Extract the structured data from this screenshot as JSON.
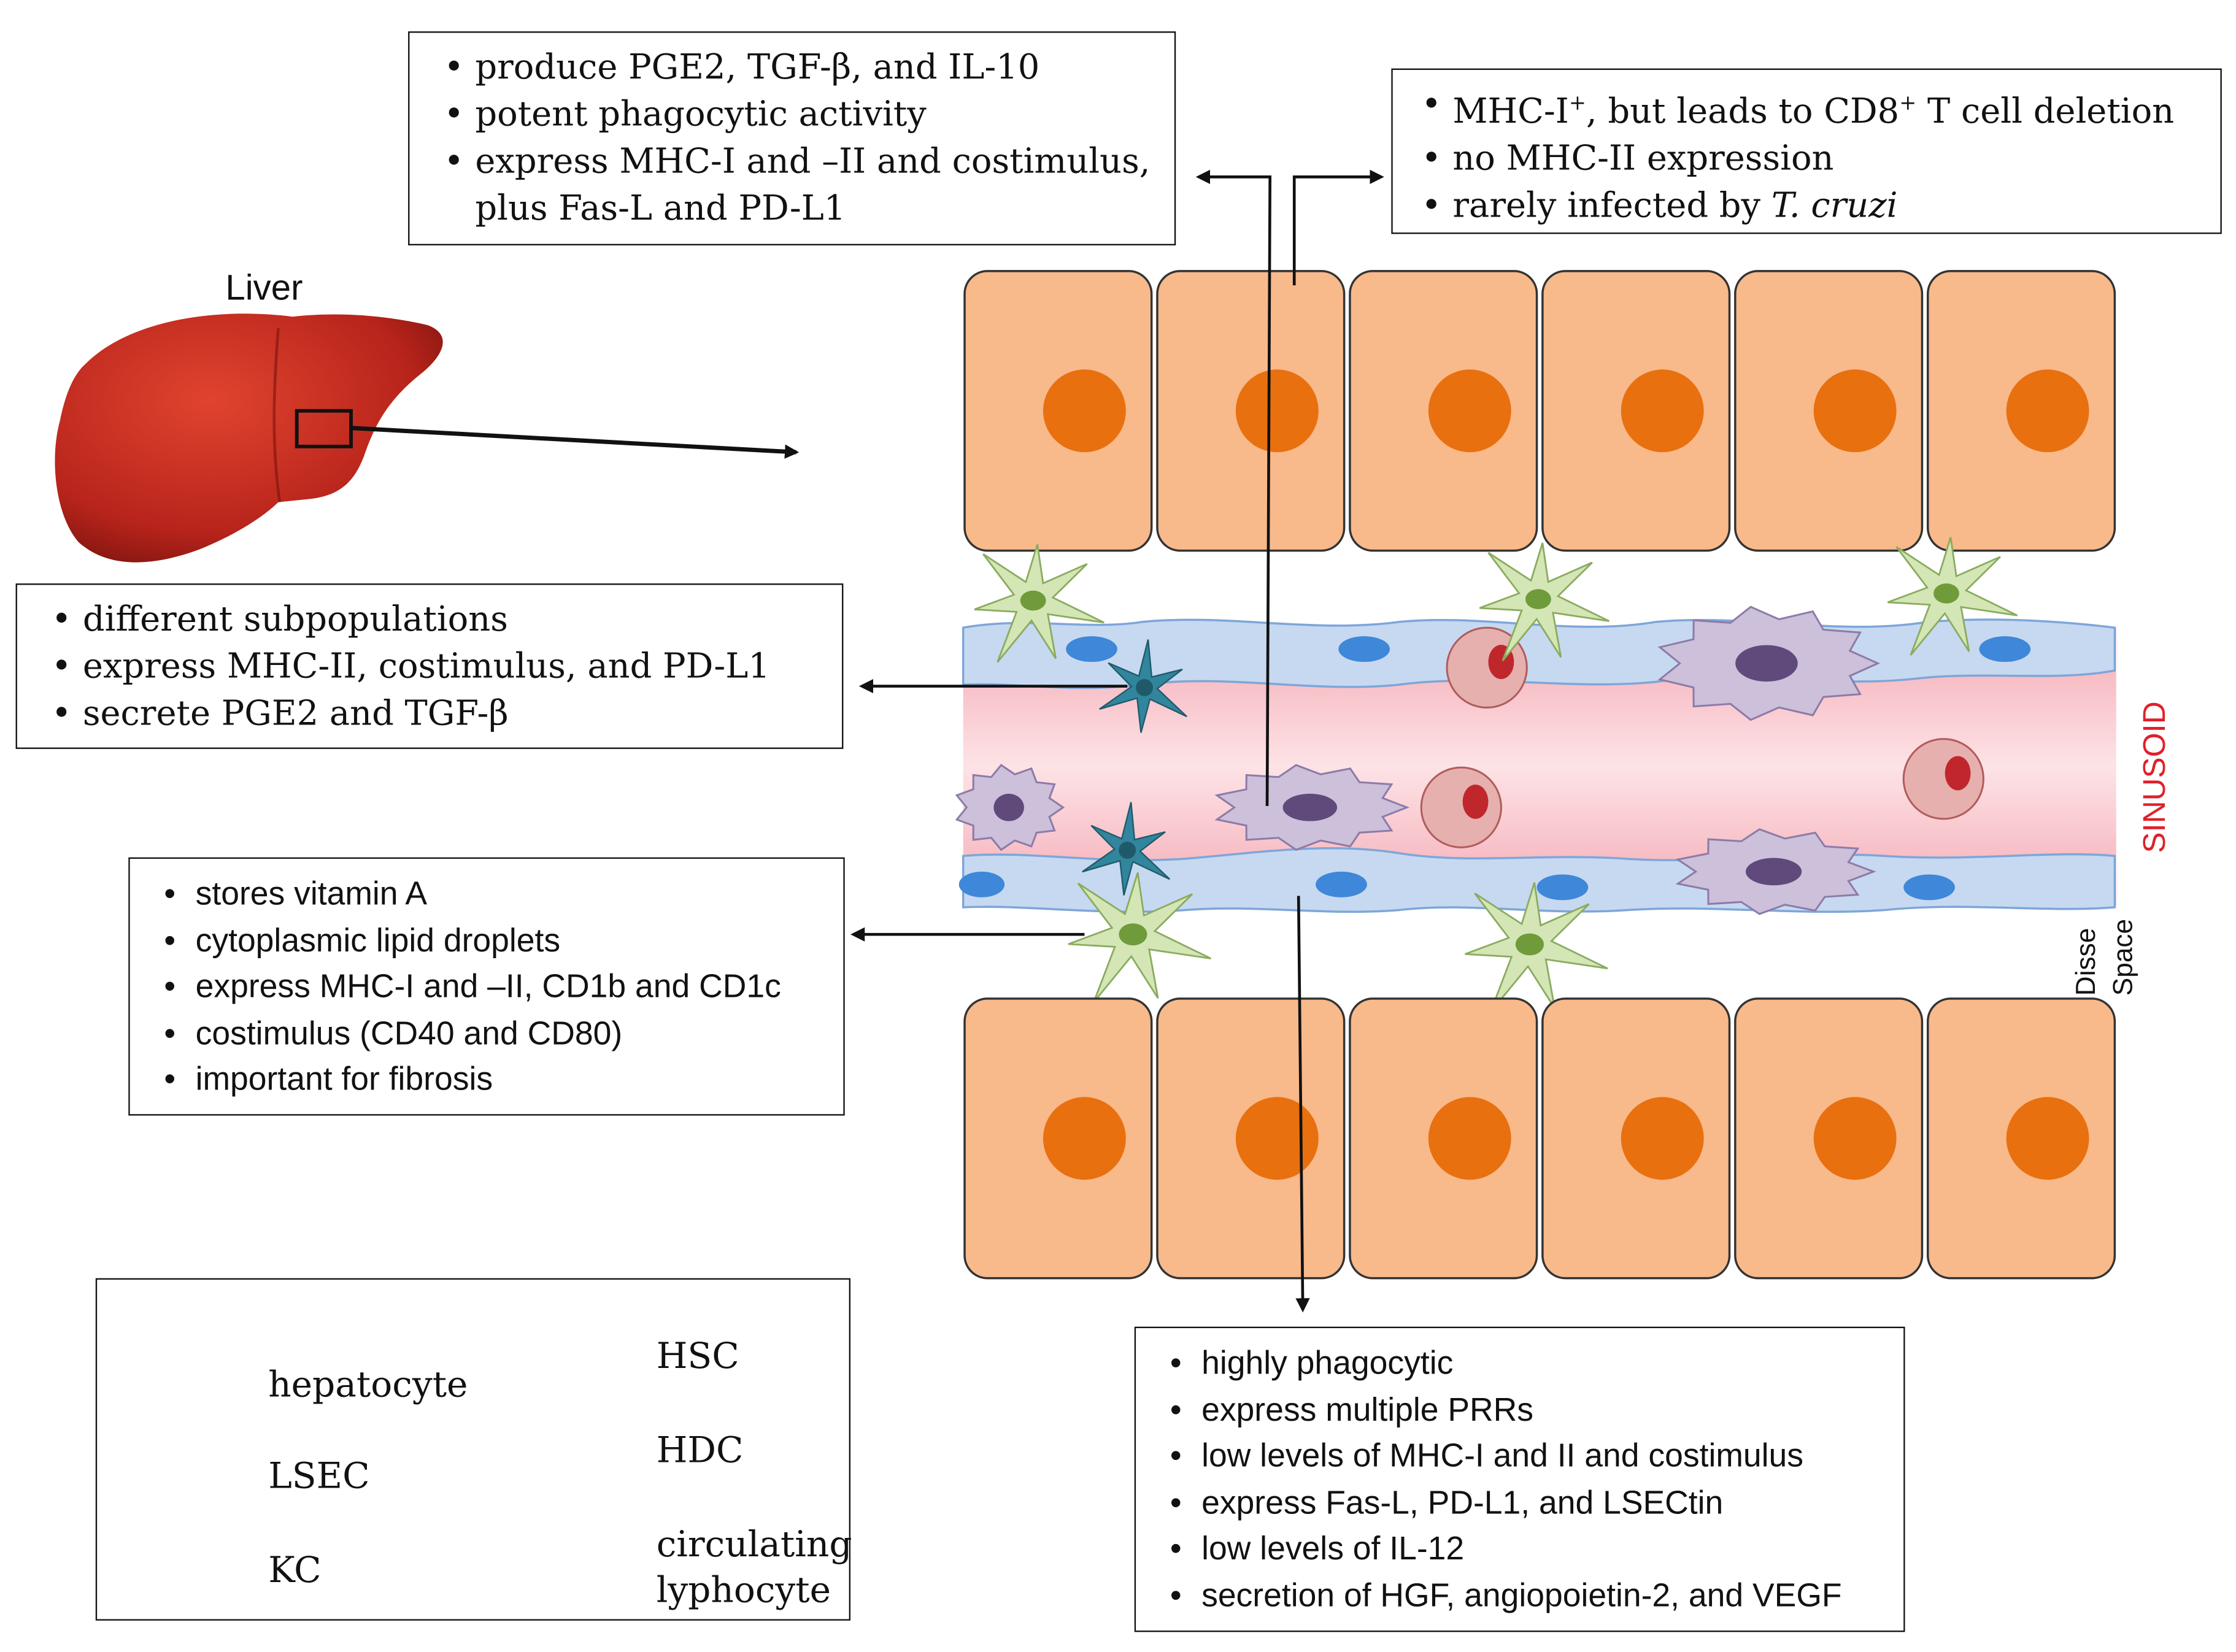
{
  "liver_label": "Liver",
  "sinusoid_label": "SINUSOID",
  "disse_label_1": "Disse",
  "disse_label_2": "Space",
  "kc_box": {
    "items": [
      "produce PGE2, TGF-β, and IL-10",
      "potent phagocytic activity",
      "express MHC-I and –II and costimulus,"
    ],
    "item3_line2": "plus Fas-L and PD-L1"
  },
  "hep_box": {
    "item1_a": "MHC-I",
    "item1_sup1": "+",
    "item1_b": ", but leads to CD8",
    "item1_sup2": "+",
    "item1_c": " T cell deletion",
    "item2": "no MHC-II expression",
    "item3_a": "rarely infected by ",
    "item3_italic": "T. cruzi"
  },
  "hdc_box": {
    "items": [
      "different subpopulations",
      "express MHC-II, costimulus, and PD-L1",
      "secrete PGE2 and TGF-β"
    ]
  },
  "hsc_box": {
    "items": [
      "stores vitamin A",
      "cytoplasmic lipid droplets",
      "express MHC-I and –II, CD1b and CD1c",
      "costimulus (CD40 and CD80)",
      "important for fibrosis"
    ]
  },
  "lsec_box": {
    "items": [
      "highly phagocytic",
      "express multiple PRRs",
      "low levels of MHC-I and II and costimulus",
      "express Fas-L, PD-L1,  and LSECtin",
      "low levels of IL-12",
      "secretion of HGF, angiopoietin-2, and VEGF"
    ]
  },
  "legend": {
    "hepatocyte": "hepatocyte",
    "lsec": "LSEC",
    "kc": "KC",
    "hsc": "HSC",
    "hdc": "HDC",
    "lymph_1": "circulating",
    "lymph_2": "lyphocyte"
  },
  "colors": {
    "hepatocyte_fill": "#f8b98b",
    "hepatocyte_nucleus": "#e8700f",
    "lsec_fill": "#c6d9f1",
    "lsec_nucleus": "#3f87d8",
    "kc_fill": "#ccc0da",
    "kc_nucleus": "#604a7b",
    "hsc_fill": "#d4e6b5",
    "hsc_nucleus": "#6f9b3a",
    "hdc_fill": "#31859c",
    "lymph_fill": "#e6b0ae",
    "lymph_nucleus": "#c0272d",
    "lumen": "#f6b7bf",
    "liver": "#c0281e",
    "sinusoid_text": "#e0202a"
  }
}
